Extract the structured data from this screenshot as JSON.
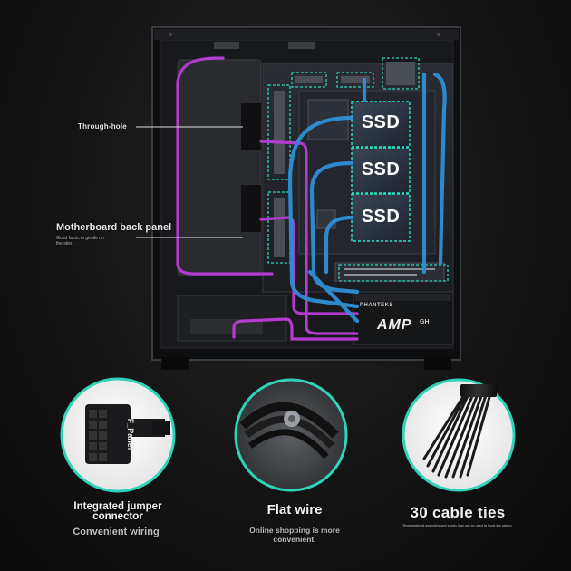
{
  "callouts": {
    "through_hole": "Through-hole",
    "motherboard_back_panel": "Motherboard back panel",
    "motherboard_note": "Good fabric is gentle on the skin."
  },
  "ssd_labels": [
    "SSD",
    "SSD",
    "SSD"
  ],
  "psu": {
    "brand": "PHANTEKS",
    "model": "AMP",
    "suffix": "GH"
  },
  "features": [
    {
      "title": "Integrated jumper connector",
      "subtitle": "Convenient wiring",
      "icon": "f-panel-connector-icon",
      "connector_label": "F_Panel"
    },
    {
      "title": "Flat wire",
      "subtitle": "Online shopping is more convenient.",
      "icon": "flat-wire-icon"
    },
    {
      "title": "30 cable ties",
      "subtitle": "Remarkable at assembly and sturdy that can be used to hook the cables.",
      "icon": "cable-ties-icon"
    }
  ],
  "colors": {
    "accent_teal": "#2fd4b8",
    "cable_purple": "#b33bd0",
    "cable_blue": "#2f8fd8",
    "ssd_dashed": "#27e3c4"
  }
}
